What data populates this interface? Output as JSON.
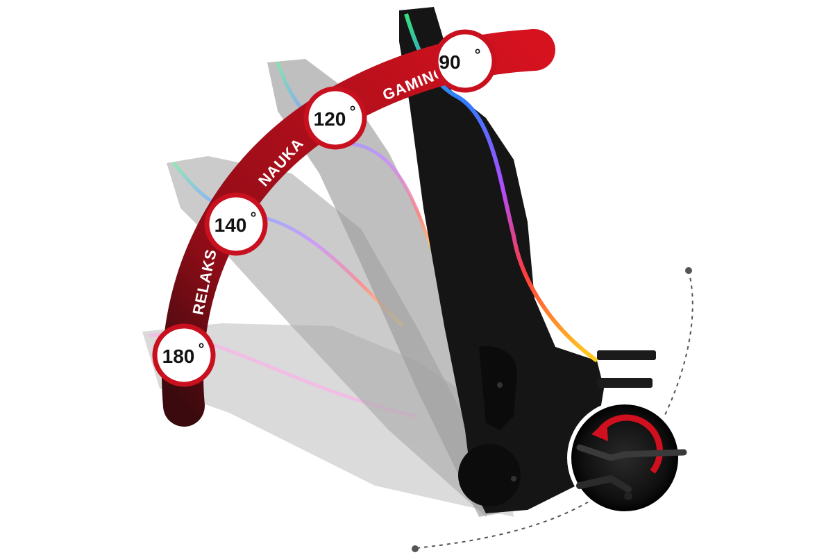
{
  "colors": {
    "arc_red": "#c8101e",
    "arc_dark": "#3a0a0e",
    "badge_ring": "#c8101e",
    "badge_fill": "#ffffff",
    "text_dark": "#111111",
    "chair_black": "#141414",
    "chair_ghost": "#9a9a9a"
  },
  "angles": [
    {
      "value": "90",
      "unit": "°"
    },
    {
      "value": "120",
      "unit": "°"
    },
    {
      "value": "140",
      "unit": "°"
    },
    {
      "value": "180",
      "unit": "°"
    }
  ],
  "zones": [
    {
      "label": "GAMING"
    },
    {
      "label": "NAUKA"
    },
    {
      "label": "RELAKS"
    }
  ],
  "icons": {
    "rotate": "rotate-arrow-icon",
    "lever": "recline-lever-icon"
  }
}
